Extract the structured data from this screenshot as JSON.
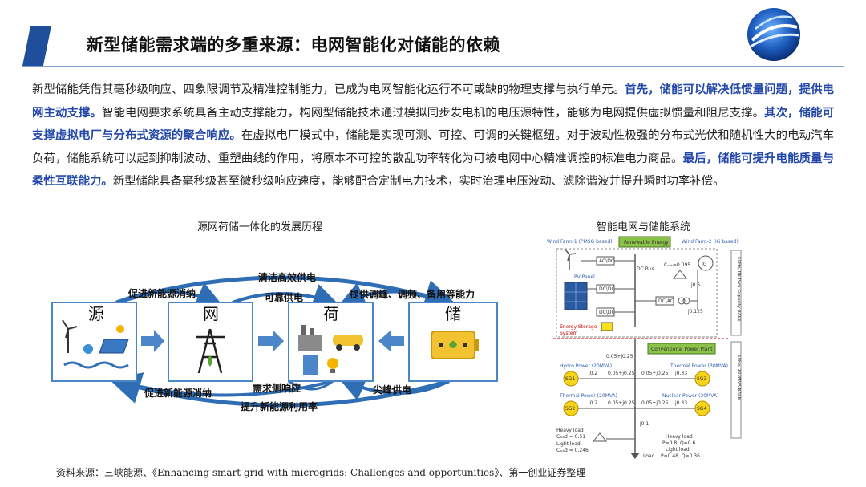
{
  "header": {
    "title": "新型储能需求端的多重来源：电网智能化对储能的依赖",
    "accent_color": "#1f4e9c",
    "logo_icon": "globe-logo-icon"
  },
  "paragraph": {
    "p1": "新型储能凭借其毫秒级响应、四象限调节及精准控制能力，已成为电网智能化运行不可或缺的物理支撑与执行单元。",
    "h1": "首先，储能可以解决低惯量问题，提供电网主动支撑。",
    "p2": "智能电网要求系统具备主动支撑能力，构网型储能技术通过模拟同步发电机的电压源特性，能够为电网提供虚拟惯量和阻尼支撑。",
    "h2": "其次，储能可支撑虚拟电厂与分布式资源的聚合响应。",
    "p3": "在虚拟电厂模式中，储能是实现可测、可控、可调的关键枢纽。对于波动性极强的分布式光伏和随机性大的电动汽车负荷，储能系统可以起到抑制波动、重塑曲线的作用，将原本不可控的散乱功率转化为可被电网中心精准调控的标准电力商品。",
    "h3": "最后，储能可提升电能质量与柔性互联能力。",
    "p4": "新型储能具备毫秒级甚至微秒级响应速度，能够配合定制电力技术，实时治理电压波动、滤除谐波并提升瞬时功率补偿。",
    "highlight_color": "#2247a8"
  },
  "left_figure": {
    "caption": "源网荷储一体化的发展历程",
    "boxes": [
      "源",
      "网",
      "荷",
      "储"
    ],
    "arrows": {
      "top_outer": "清洁高效供电",
      "top_left": "促进新能源消纳",
      "top_mid": "可靠供电",
      "top_right": "提供调峰、调频、备用等能力",
      "bottom_mid": "需求侧响应",
      "bottom_left": "促进新能源消纳",
      "bottom_right": "尖峰供电",
      "bottom_outer": "提升新能源利用率"
    },
    "box_color": "#4a86c8",
    "arrow_color": "#2f6eb5"
  },
  "right_figure": {
    "caption": "智能电网与储能系统",
    "labels": {
      "wind1": "Wind Farm-1 (PMSG based)",
      "renewable": "Renewable Energy",
      "wind2": "Wind Farm-2 (IG based)",
      "acdc": "AC\\DC",
      "dcbus": "DC Bus",
      "cout": "Cₒᵤₜ=0.095",
      "ig": "IG",
      "pv": "PV Panel",
      "dcdc1": "DC\\DC",
      "j05": "j0.5",
      "dcac": "DC\\AC",
      "j0125": "j0.125",
      "dcdc2": "DC\\DC",
      "ess1": "Energy Storage",
      "ess2": "System",
      "right_note_top": "50Hz, RE Park Capacity BASE",
      "conv": "Conventional Power Plant",
      "imp_top": "0.05+j0.25",
      "hydro": "Hydro Power (20MVA)",
      "thermal30": "Thermal Power (30MVA)",
      "sg1": "SG1",
      "sg3": "SG3",
      "j02a": "j0.2",
      "imp_a": "0.05+j0.25",
      "imp_b": "0.05+j0.25",
      "j033a": "j0.33",
      "thermal20": "Thermal Power (20MVA)",
      "nuclear": "Nuclear Power (30MVA)",
      "sg2": "SG2",
      "sg4": "SG4",
      "j02b": "j0.2",
      "imp_c": "0.05+j0.25",
      "imp_d": "0.05+j0.25",
      "j033b": "j0.33",
      "right_note_bottom": "50Hz, 100MVA BASE",
      "j01": "j0.1",
      "heavy_left": "Heavy load",
      "cload_heavy": "Cₗₒₐd = 0.51",
      "light_left": "Light load",
      "cload_light": "Cₗₒₐd = 0.246",
      "load": "Load",
      "heavy_right": "Heavy load",
      "heavy_vals": "P=0.8, Q=0.6",
      "light_right": "Light load",
      "light_vals": "P=0.48, Q=0.36"
    }
  },
  "footer": {
    "source": "资料来源：三峡能源、《Enhancing smart grid with microgrids: Challenges and opportunities》、第一创业证券整理"
  }
}
